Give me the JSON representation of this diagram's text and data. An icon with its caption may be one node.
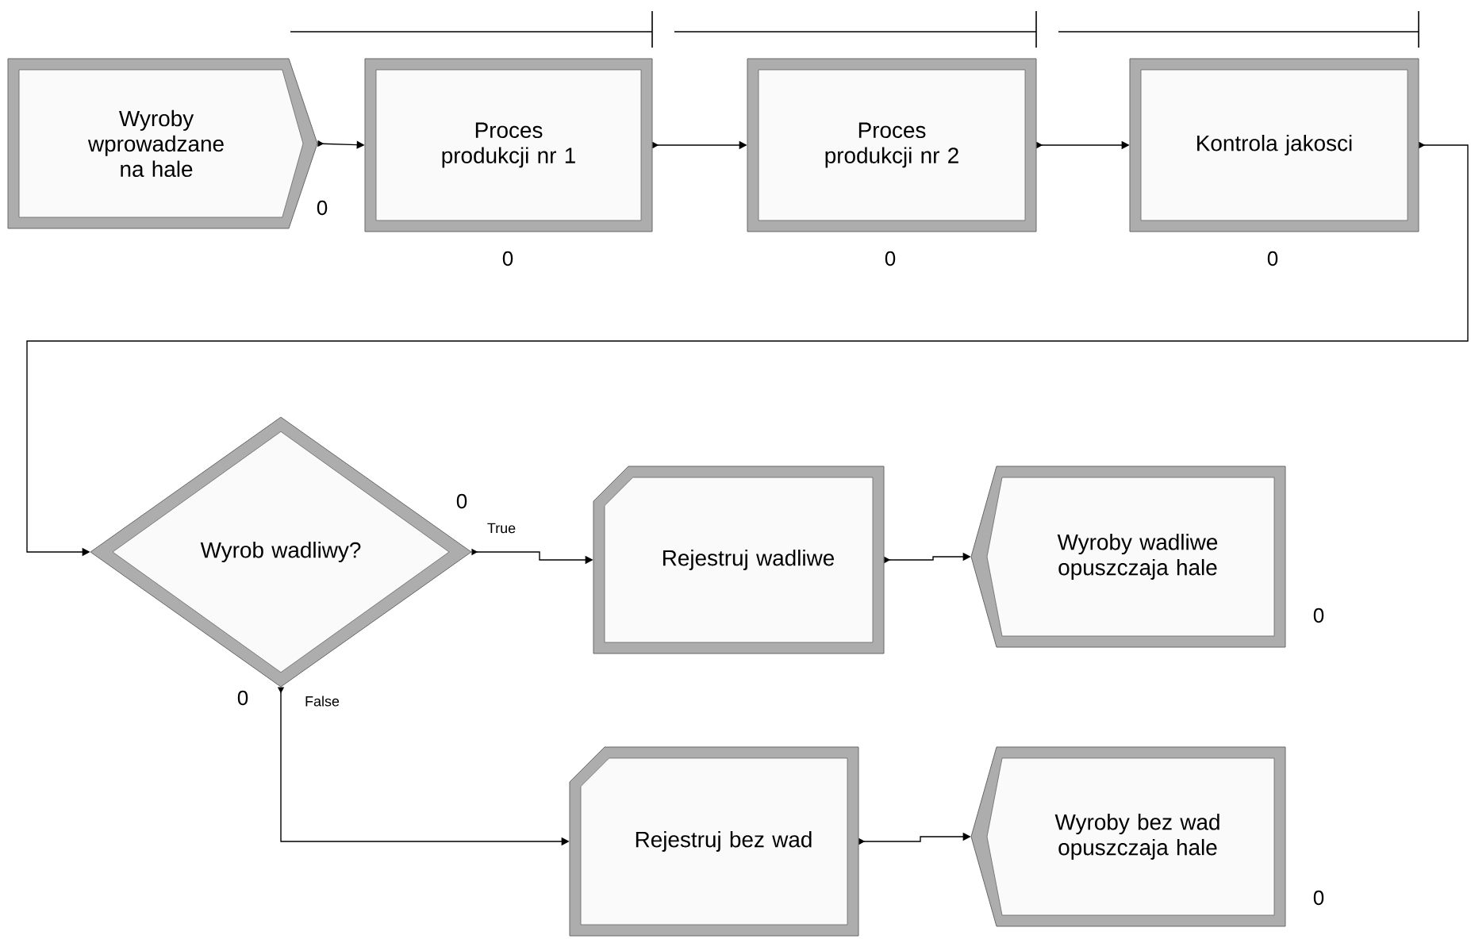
{
  "diagram": {
    "nodes": [
      {
        "text": [
          "Wyroby wprowadzane na hale"
        ],
        "beside": [
          "0"
        ]
      },
      {
        "text": [
          "Proces produkcji nr 1"
        ],
        "beside": [
          "0"
        ]
      },
      {
        "text": [
          "Proces produkcji nr 2"
        ],
        "beside": [
          "0"
        ]
      },
      {
        "text": [
          "Kontrola jakosci"
        ],
        "beside": [
          "0"
        ]
      },
      {
        "text": [
          "Wyrob wadliwy?"
        ],
        "beside": [
          "0",
          "0"
        ]
      },
      {
        "text": [
          "Rejestruj wadliwe"
        ]
      },
      {
        "text": [
          "Wyroby wadliwe opuszczaja hale"
        ],
        "beside": [
          "0"
        ]
      },
      {
        "text": [
          "Rejestruj bez wad"
        ]
      },
      {
        "text": [
          "Wyroby bez wad opuszczaja hale"
        ],
        "beside": [
          "0"
        ]
      }
    ],
    "edges": [
      {
        "from": 0,
        "to": 1,
        "arrow": "to"
      },
      {
        "from": 1,
        "to": 2,
        "arrow": "to"
      },
      {
        "from": 2,
        "to": 3,
        "arrow": "to"
      },
      {
        "from": 3,
        "to": 4,
        "arrow": "to"
      },
      {
        "from": 4,
        "to": 5,
        "arrow": "to",
        "label": "True"
      },
      {
        "from": 4,
        "to": 7,
        "arrow": "to",
        "label": "False"
      },
      {
        "from": 5,
        "to": 6,
        "arrow": "to"
      },
      {
        "from": 7,
        "to": 8,
        "arrow": "to"
      }
    ]
  }
}
